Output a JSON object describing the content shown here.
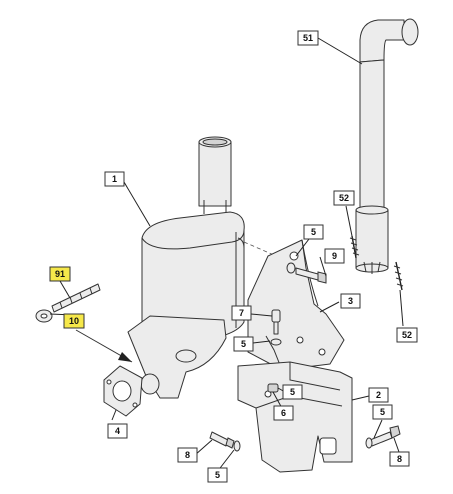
{
  "callouts": {
    "c1": "1",
    "c2": "2",
    "c3": "3",
    "c4": "4",
    "c5a": "5",
    "c5b": "5",
    "c5c": "5",
    "c5d": "5",
    "c5e": "5",
    "c6": "6",
    "c7": "7",
    "c8a": "8",
    "c8b": "8",
    "c9": "9",
    "c10": "10",
    "c51": "51",
    "c52a": "52",
    "c52b": "52",
    "c91": "91"
  },
  "colors": {
    "highlight": "#f6e84a",
    "part_fill": "#ececec",
    "outline": "#333333"
  }
}
